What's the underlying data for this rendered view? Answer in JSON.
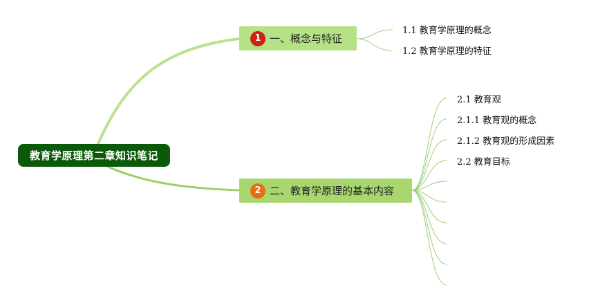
{
  "title": "教育学原理第二章知识笔记",
  "colors": {
    "root_bg": "#0b5a09",
    "topic1_bg": "#b6e287",
    "topic2_bg": "#a9d76f",
    "badge1": "#d11f10",
    "badge2": "#e86e13",
    "branch": "#a6d97a",
    "leaf_line": "#9fcf78"
  },
  "topics": [
    {
      "number": "1",
      "label": "一、概念与特征",
      "children": [
        "1.1 教育学原理的概念",
        "1.2 教育学原理的特征"
      ]
    },
    {
      "number": "2",
      "label": "二、教育学原理的基本内容",
      "children": [
        "2.1 教育观",
        "2.1.1 教育观的概念",
        "2.1.2 教育观的形成因素",
        "2.2 教育目标",
        "",
        "",
        "",
        "",
        "",
        ""
      ]
    }
  ]
}
